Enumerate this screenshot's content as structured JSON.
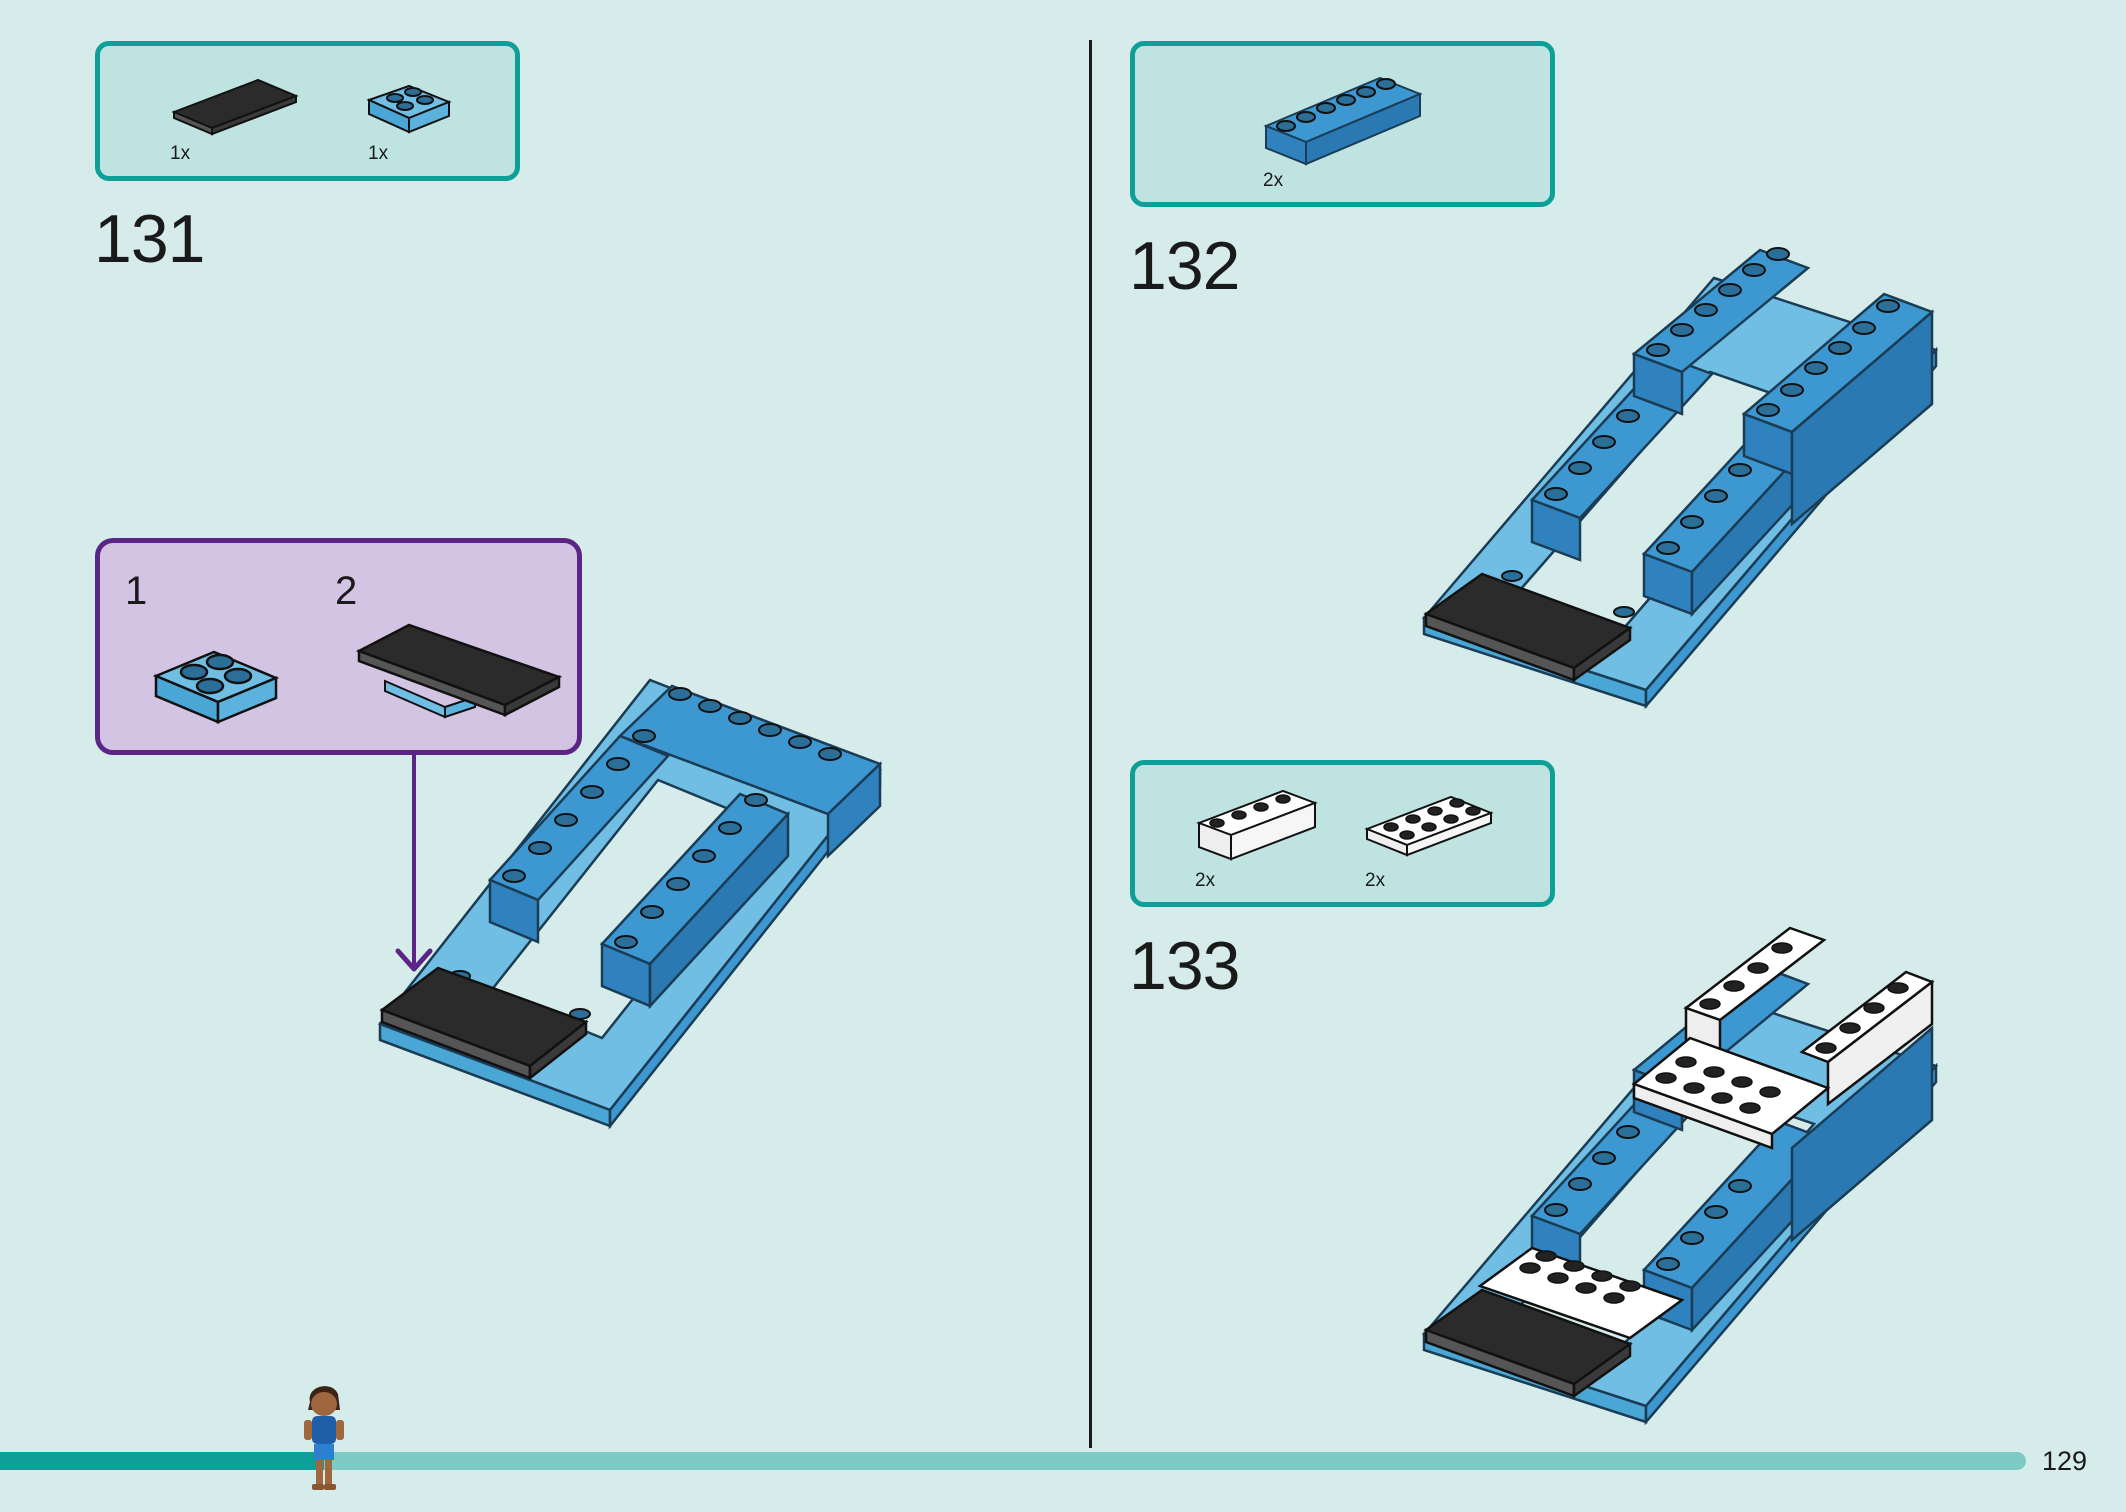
{
  "steps": [
    {
      "number": "131",
      "parts": [
        {
          "qty": "1x",
          "icon": "black-tile-2x4-icon"
        },
        {
          "qty": "1x",
          "icon": "blue-plate-2x2-icon"
        }
      ],
      "callout": {
        "sub_steps": [
          "1",
          "2"
        ],
        "icons": [
          "blue-plate-2x2-icon",
          "black-tile-2x4-icon"
        ]
      }
    },
    {
      "number": "132",
      "parts": [
        {
          "qty": "2x",
          "icon": "blue-brick-1x6-icon"
        }
      ]
    },
    {
      "number": "133",
      "parts": [
        {
          "qty": "2x",
          "icon": "white-brick-1x4-icon"
        },
        {
          "qty": "2x",
          "icon": "white-plate-2x4-icon"
        }
      ]
    }
  ],
  "footer": {
    "page_number": "129",
    "progress_fraction": 0.16,
    "minifigure_icon": "minifigure-icon"
  },
  "colors": {
    "background": "#d6ecea",
    "parts_box_fill": "#bfe3e1",
    "parts_box_border": "#0e9f99",
    "callout_fill": "#d4c4e4",
    "callout_border": "#5a2585",
    "brick_blue": "#3d97d1",
    "brick_light_blue": "#70bee3",
    "tile_black": "#2b2b2b",
    "brick_white": "#ffffff"
  }
}
